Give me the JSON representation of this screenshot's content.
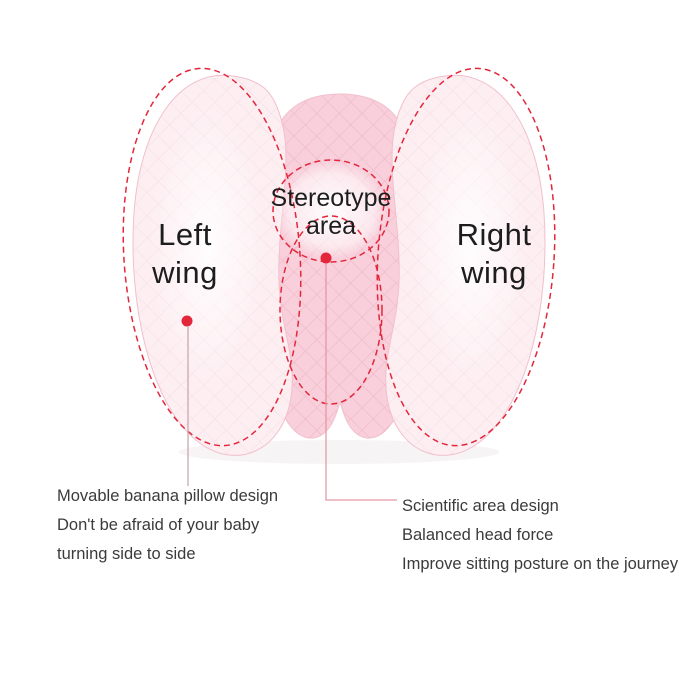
{
  "diagram": {
    "wing_labels": {
      "left": {
        "line1": "Left",
        "line2": "wing"
      },
      "right": {
        "line1": "Right",
        "line2": "wing"
      }
    },
    "center_label": {
      "line1": "Stereotype",
      "line2": "area"
    },
    "notes": {
      "left": {
        "line1": "Movable banana pillow design",
        "line2": "Don't be afraid of your baby",
        "line3": "turning side to side"
      },
      "right": {
        "line1": "Scientific area design",
        "line2": "Balanced head force",
        "line3": "Improve sitting posture on the journey"
      }
    },
    "colors": {
      "background": "#ffffff",
      "pillow_body": "#f8cfdb",
      "pillow_wing": "#fdeef2",
      "quilt_line_center": "#edb4c4",
      "quilt_line_wing": "#f4dee5",
      "pillow_edge": "#f0c0cd",
      "annotation_red": "#e4263b",
      "leader_line_left": "#c9a9ad",
      "leader_line_right": "#e59aa3",
      "label_text": "#1d1d1d",
      "note_text": "#3b3b3b"
    }
  }
}
